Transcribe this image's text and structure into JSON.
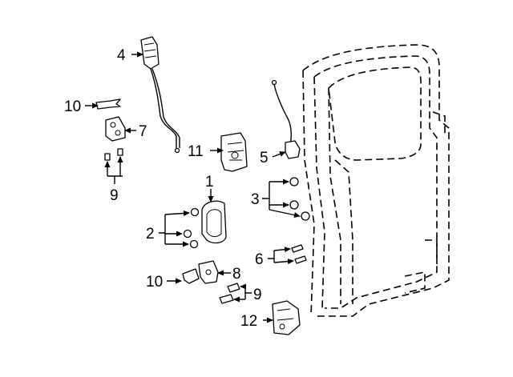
{
  "callouts": [
    {
      "key": "c4",
      "label": "4"
    },
    {
      "key": "c10a",
      "label": "10"
    },
    {
      "key": "c7",
      "label": "7"
    },
    {
      "key": "c9a",
      "label": "9"
    },
    {
      "key": "c11",
      "label": "11"
    },
    {
      "key": "c5",
      "label": "5"
    },
    {
      "key": "c1",
      "label": "1"
    },
    {
      "key": "c3",
      "label": "3"
    },
    {
      "key": "c2",
      "label": "2"
    },
    {
      "key": "c6",
      "label": "6"
    },
    {
      "key": "c10b",
      "label": "10"
    },
    {
      "key": "c8",
      "label": "8"
    },
    {
      "key": "c9b",
      "label": "9"
    },
    {
      "key": "c12",
      "label": "12"
    }
  ]
}
